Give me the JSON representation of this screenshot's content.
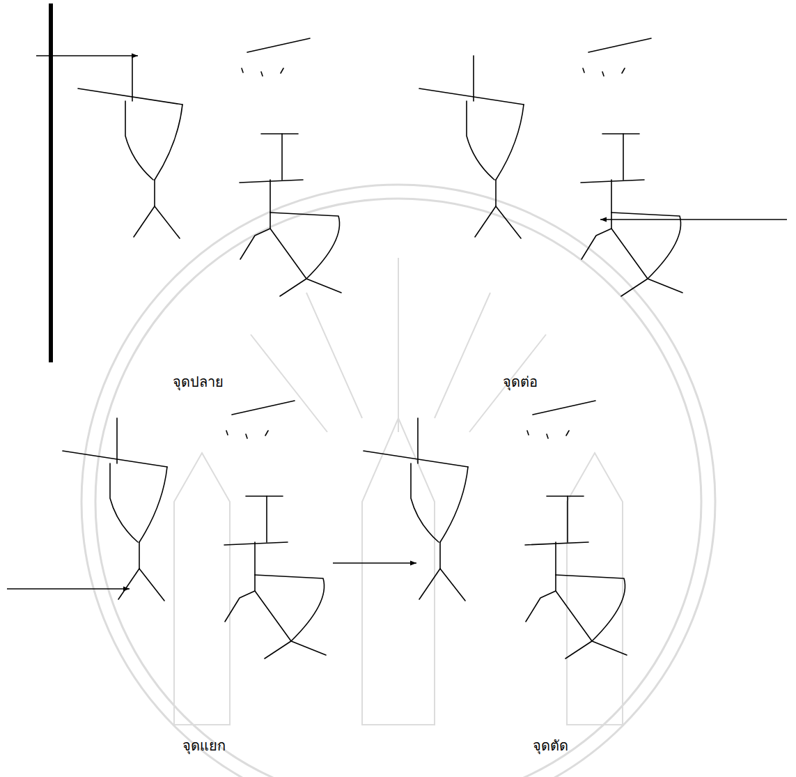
{
  "diagram": {
    "labels": [
      "จุดปลาย",
      "จุดต่อ",
      "จุดแยก",
      "จุดตัด"
    ]
  }
}
